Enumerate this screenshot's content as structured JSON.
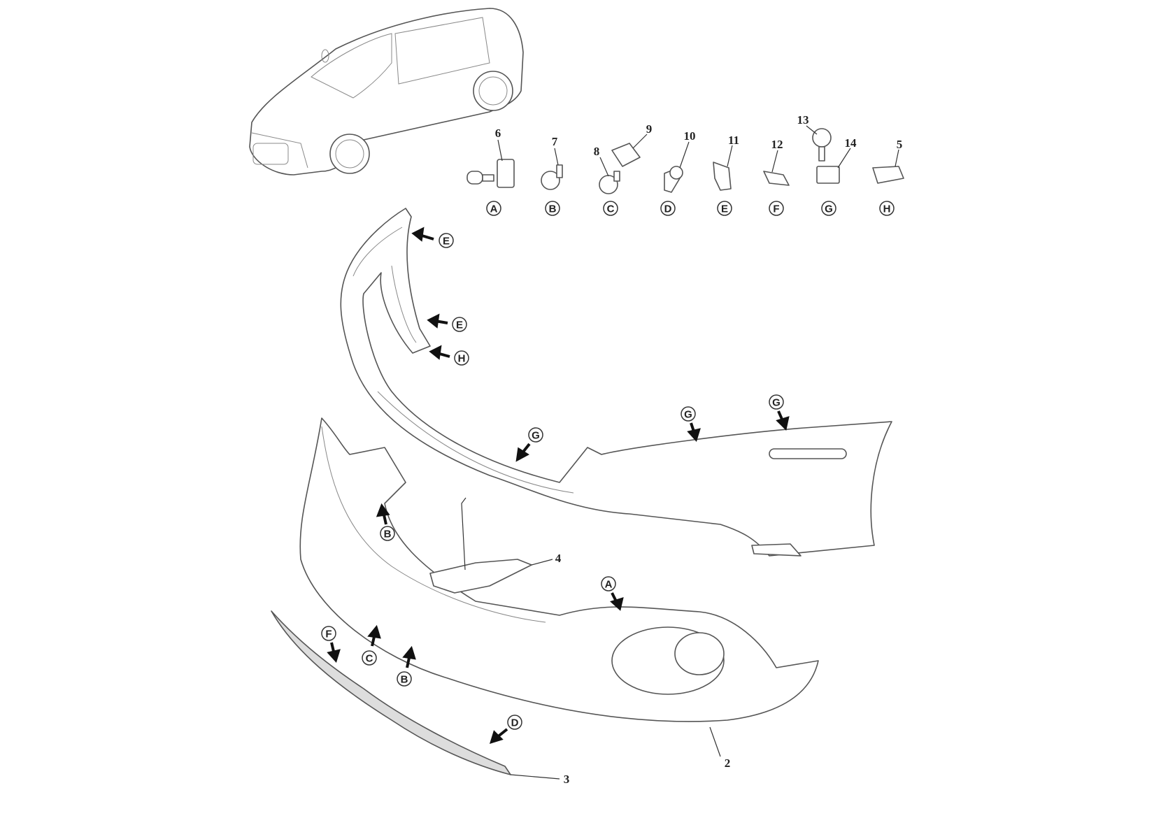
{
  "diagram": {
    "fastener_numbers": [
      "6",
      "7",
      "8",
      "9",
      "10",
      "11",
      "12",
      "13",
      "14",
      "5"
    ],
    "fastener_letters": [
      "A",
      "B",
      "C",
      "D",
      "E",
      "F",
      "G",
      "H"
    ],
    "callout_letters": [
      "E",
      "E",
      "H",
      "G",
      "G",
      "G",
      "B",
      "A",
      "F",
      "C",
      "B",
      "D"
    ],
    "part_numbers": [
      "4",
      "2",
      "3"
    ]
  }
}
